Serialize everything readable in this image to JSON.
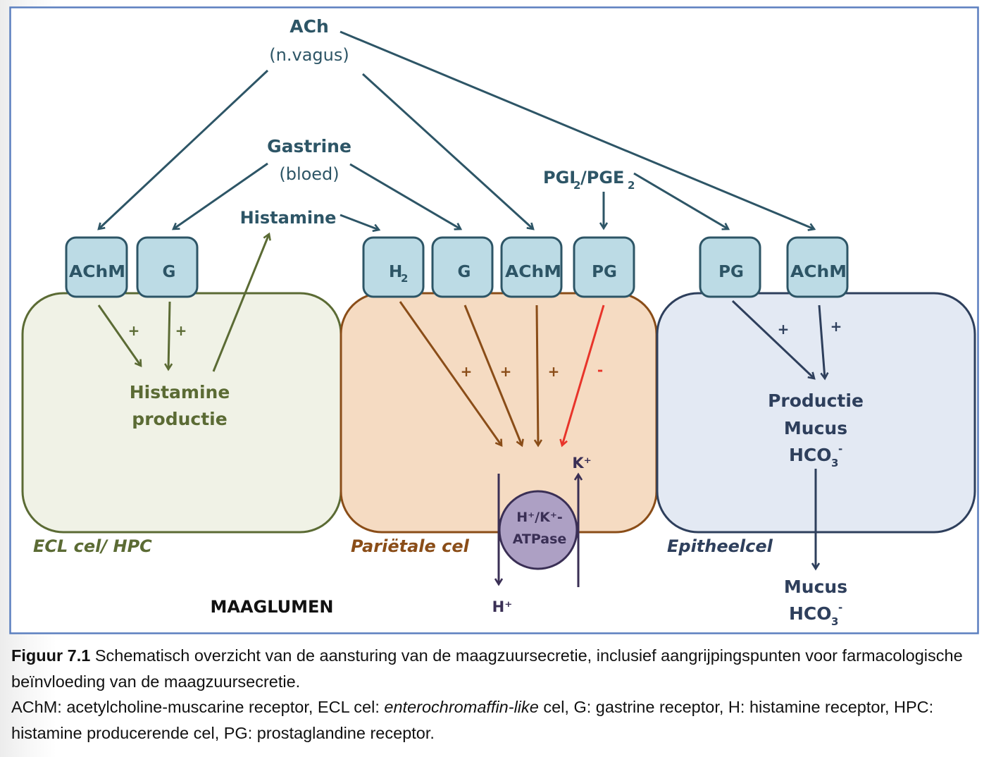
{
  "colors": {
    "frame": "#5b7fbf",
    "teal": "#2d5566",
    "receptor_fill": "#bcdbe5",
    "ecl_stroke": "#5b6b34",
    "ecl_fill": "#f0f2e6",
    "parietal_stroke": "#8a4d18",
    "parietal_fill": "#f5dbc2",
    "epi_stroke": "#2e3f5c",
    "epi_fill": "#e3e9f3",
    "inhibit": "#e8342a",
    "pump_fill": "#ada0c4",
    "pump_stroke": "#3a2f55",
    "lumen_text": "#111111"
  },
  "signals": {
    "ach": "ACh",
    "ach_source": "(n.vagus)",
    "gastrine": "Gastrine",
    "gastrine_source": "(bloed)",
    "histamine": "Histamine",
    "pg_main": "PGI",
    "pg_sub1": "2",
    "pg_mid": "/PGE",
    "pg_sub2": "2"
  },
  "cells": {
    "ecl": {
      "label": "ECL cel/ HPC",
      "receptors": [
        "AChM",
        "G"
      ],
      "effects": [
        "+",
        "+"
      ],
      "product_line1": "Histamine",
      "product_line2": "productie"
    },
    "parietal": {
      "label": "Pariëtale cel",
      "receptors": [
        "H",
        "G",
        "AChM",
        "PG"
      ],
      "receptor_h_sub": "2",
      "effects": [
        "+",
        "+",
        "+",
        "-"
      ],
      "pump_line1": "H⁺/K⁺-",
      "pump_line2": "ATPase",
      "k_ion": "K⁺",
      "h_ion": "H⁺"
    },
    "epithelial": {
      "label": "Epitheelcel",
      "receptors": [
        "PG",
        "AChM"
      ],
      "effects": [
        "+",
        "+"
      ],
      "product_line1": "Productie",
      "product_line2": "Mucus",
      "product_line3": "HCO",
      "product_sub": "3",
      "product_sup": "-",
      "output_line1": "Mucus",
      "output_line2": "HCO",
      "output_sub": "3",
      "output_sup": "-"
    }
  },
  "lumen_label": "MAAGLUMEN",
  "caption": {
    "figure_number": "Figuur 7.1",
    "line1_text": " Schematisch overzicht van de aansturing van de maagzuursecretie, inclusief aangrijpingspunten voor farmacologische beïnvloeding van de maagzuursecretie.",
    "legend_part1": "AChM: acetylcholine-muscarine receptor, ECL cel: ",
    "legend_italic": "enterochromaffin-like",
    "legend_part2": " cel, G: gastrine receptor, H: histamine receptor, HPC: histamine producerende cel, PG: prostaglandine receptor."
  }
}
